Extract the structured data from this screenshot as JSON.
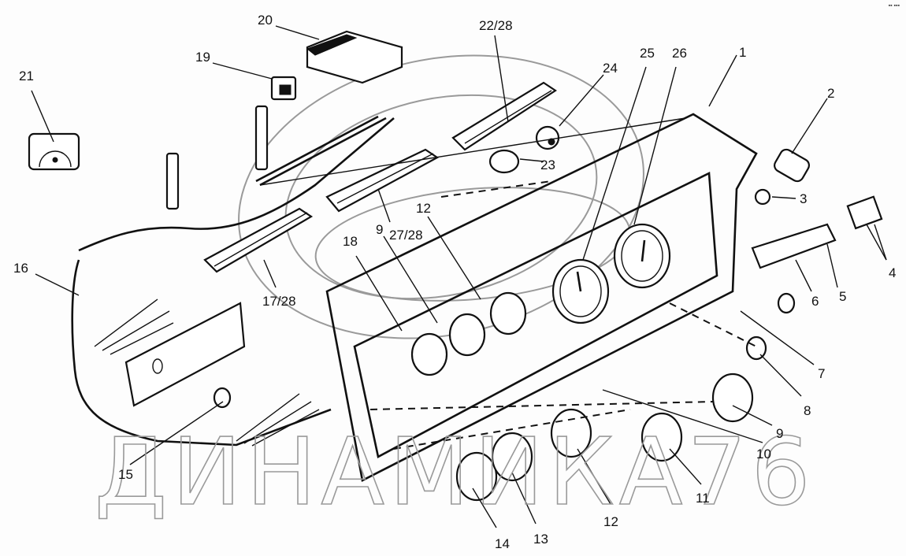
{
  "diagram": {
    "type": "exploded-parts-view",
    "subject": "instrument panel assembly",
    "watermark": "ДИНАМИКА76",
    "corner_mark": "▪▪ ▪▪▪",
    "callouts": [
      {
        "id": "c1",
        "label": "1"
      },
      {
        "id": "c2",
        "label": "2"
      },
      {
        "id": "c3",
        "label": "3"
      },
      {
        "id": "c4",
        "label": "4"
      },
      {
        "id": "c5",
        "label": "5"
      },
      {
        "id": "c6",
        "label": "6"
      },
      {
        "id": "c7",
        "label": "7"
      },
      {
        "id": "c8",
        "label": "8"
      },
      {
        "id": "c9a",
        "label": "9"
      },
      {
        "id": "c10",
        "label": "10"
      },
      {
        "id": "c11",
        "label": "11"
      },
      {
        "id": "c12a",
        "label": "12"
      },
      {
        "id": "c13",
        "label": "13"
      },
      {
        "id": "c14",
        "label": "14"
      },
      {
        "id": "c15",
        "label": "15"
      },
      {
        "id": "c16",
        "label": "16"
      },
      {
        "id": "c17",
        "label": "17/28"
      },
      {
        "id": "c18",
        "label": "18"
      },
      {
        "id": "c9b",
        "label": "9"
      },
      {
        "id": "c27",
        "label": "27/28"
      },
      {
        "id": "c12b",
        "label": "12"
      },
      {
        "id": "c19",
        "label": "19"
      },
      {
        "id": "c20",
        "label": "20"
      },
      {
        "id": "c21",
        "label": "21"
      },
      {
        "id": "c22",
        "label": "22/28"
      },
      {
        "id": "c23",
        "label": "23"
      },
      {
        "id": "c24",
        "label": "24"
      },
      {
        "id": "c25",
        "label": "25"
      },
      {
        "id": "c26",
        "label": "26"
      }
    ]
  }
}
